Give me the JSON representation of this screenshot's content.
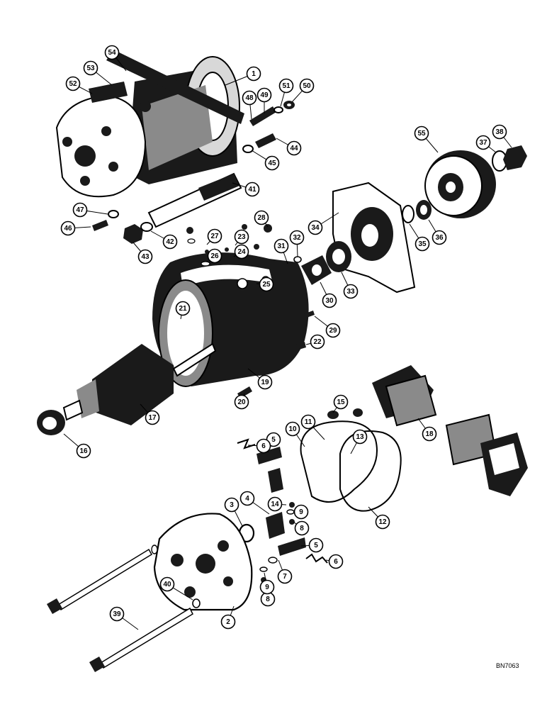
{
  "figure": {
    "reference_code": "BN7063",
    "callouts": [
      "1",
      "2",
      "3",
      "4",
      "5",
      "5",
      "6",
      "6",
      "7",
      "8",
      "8",
      "9",
      "9",
      "10",
      "11",
      "12",
      "13",
      "14",
      "15",
      "16",
      "17",
      "18",
      "19",
      "20",
      "21",
      "22",
      "23",
      "24",
      "25",
      "26",
      "27",
      "28",
      "29",
      "30",
      "31",
      "32",
      "33",
      "34",
      "35",
      "36",
      "37",
      "38",
      "39",
      "40",
      "41",
      "42",
      "43",
      "44",
      "45",
      "46",
      "47",
      "48",
      "49",
      "50",
      "51",
      "52",
      "53",
      "54",
      "55"
    ]
  }
}
